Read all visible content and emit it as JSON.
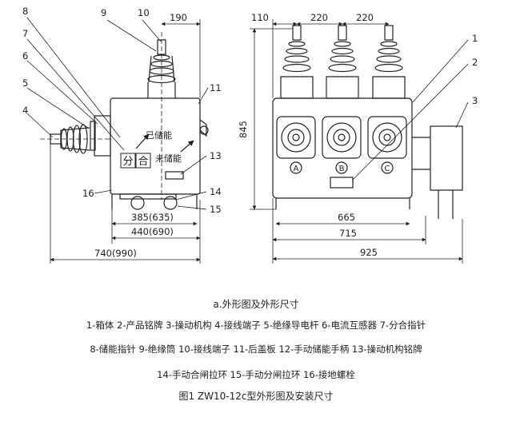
{
  "callouts_left": [
    "8",
    "7",
    "6",
    "5",
    "4",
    "9",
    "10",
    "11",
    "13",
    "14",
    "15",
    "16"
  ],
  "callouts_right": [
    "1",
    "2",
    "3"
  ],
  "dims_left": {
    "top": "190",
    "d385": "385(635)",
    "d440": "440(690)",
    "d740": "740(990)"
  },
  "dims_right": {
    "t110": "110",
    "t220a": "220",
    "t220b": "220",
    "height": "845",
    "d665": "665",
    "d715": "715",
    "d925": "925"
  },
  "panel_labels": {
    "charged": "已储能",
    "uncharged": "未储能",
    "open": "分",
    "close": "合"
  },
  "phase_labels": [
    "A",
    "B",
    "C"
  ],
  "caption": {
    "subtitle": "a.外形图及外形尺寸",
    "legend_line1": "1-箱体 2-产品铭牌 3-操动机构 4-接线端子 5-绝缘导电杆 6-电流互感器 7-分合指针",
    "legend_line2": "8-储能指针 9-绝缘筒 10-接线端子 11-后盖板 12-手动储能手柄 13-操动机构铭牌",
    "legend_line3": "14-手动合闸拉环 15-手动分闸拉环 16-接地螺栓",
    "figure_title": "图1 ZW10-12c型外形图及安装尺寸"
  }
}
